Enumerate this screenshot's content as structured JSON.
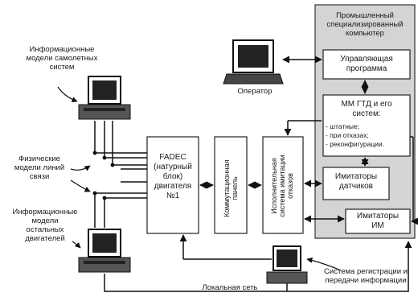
{
  "labels": {
    "info_models_aircraft": "Информационные\nмодели самолетных\nсистем",
    "physical_models": "Физические\nмодели линий\nсвязи",
    "info_models_engines": "Информационные\nмодели\nостальных\nдвигателей",
    "fadec": "FADEC\n(натурный\nблок)\nдвигателя\n№1",
    "switch_panel": "Коммутационная\nпанель",
    "failure_system": "Исполнительная\nсистема имитации\nотказов",
    "industrial_pc": "Промышленный\nспециализированный\nкомпьютер",
    "control_program": "Управляющая\nпрограмма",
    "gtd_models_title": "ММ ГТД и его\nсистем:",
    "gtd_item1": "- штатные;",
    "gtd_item2": "- при отказах;",
    "gtd_item3": "- реконфигурации.",
    "sensor_simulators": "Имитаторы\nдатчиков",
    "im_simulators": "Имитаторы\nИМ",
    "operator": "Оператор",
    "registration_system": "Система регистрации и\nпередачи информации",
    "local_network": "Локальная сеть"
  }
}
